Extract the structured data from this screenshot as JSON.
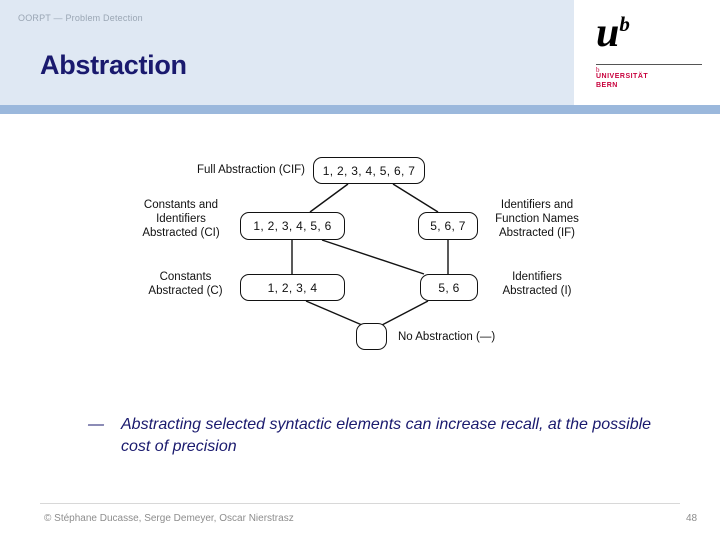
{
  "header": {
    "eyebrow": "OORPT — Problem Detection",
    "title": "Abstraction",
    "band_color": "#dfe8f3",
    "stripe_color": "#9bb8dc",
    "title_color": "#1a1a6e"
  },
  "logo": {
    "letter": "u",
    "superscript": "b",
    "tick": "b",
    "name": "UNIVERSITÄT\nBERN",
    "accent_color": "#c8003c"
  },
  "diagram": {
    "type": "lattice",
    "nodes": [
      {
        "id": "cif",
        "value": "1, 2, 3, 4, 5, 6, 7"
      },
      {
        "id": "ci",
        "value": "1, 2, 3, 4, 5, 6"
      },
      {
        "id": "if",
        "value": "5, 6, 7"
      },
      {
        "id": "c",
        "value": "1, 2, 3, 4"
      },
      {
        "id": "i",
        "value": "5, 6"
      },
      {
        "id": "none",
        "value": ""
      }
    ],
    "labels": [
      {
        "id": "label-cif",
        "text": "Full Abstraction (CIF)"
      },
      {
        "id": "label-ci",
        "text": "Constants and\nIdentifiers\nAbstracted (CI)"
      },
      {
        "id": "label-if",
        "text": "Identifiers and\nFunction Names\nAbstracted (IF)"
      },
      {
        "id": "label-c",
        "text": "Constants\nAbstracted (C)"
      },
      {
        "id": "label-i",
        "text": "Identifiers\nAbstracted (I)"
      },
      {
        "id": "label-none",
        "text": "No Abstraction (—)"
      }
    ],
    "edges": [
      {
        "from": "cif",
        "to": "ci"
      },
      {
        "from": "cif",
        "to": "if"
      },
      {
        "from": "ci",
        "to": "c"
      },
      {
        "from": "ci",
        "to": "i"
      },
      {
        "from": "if",
        "to": "i"
      },
      {
        "from": "c",
        "to": "none"
      },
      {
        "from": "i",
        "to": "none"
      }
    ]
  },
  "bullet": {
    "dash": "—",
    "text": "Abstracting selected syntactic elements can increase recall, at the possible cost of precision"
  },
  "footer": {
    "credit": "© Stéphane Ducasse, Serge Demeyer, Oscar Nierstrasz",
    "page": "48"
  }
}
